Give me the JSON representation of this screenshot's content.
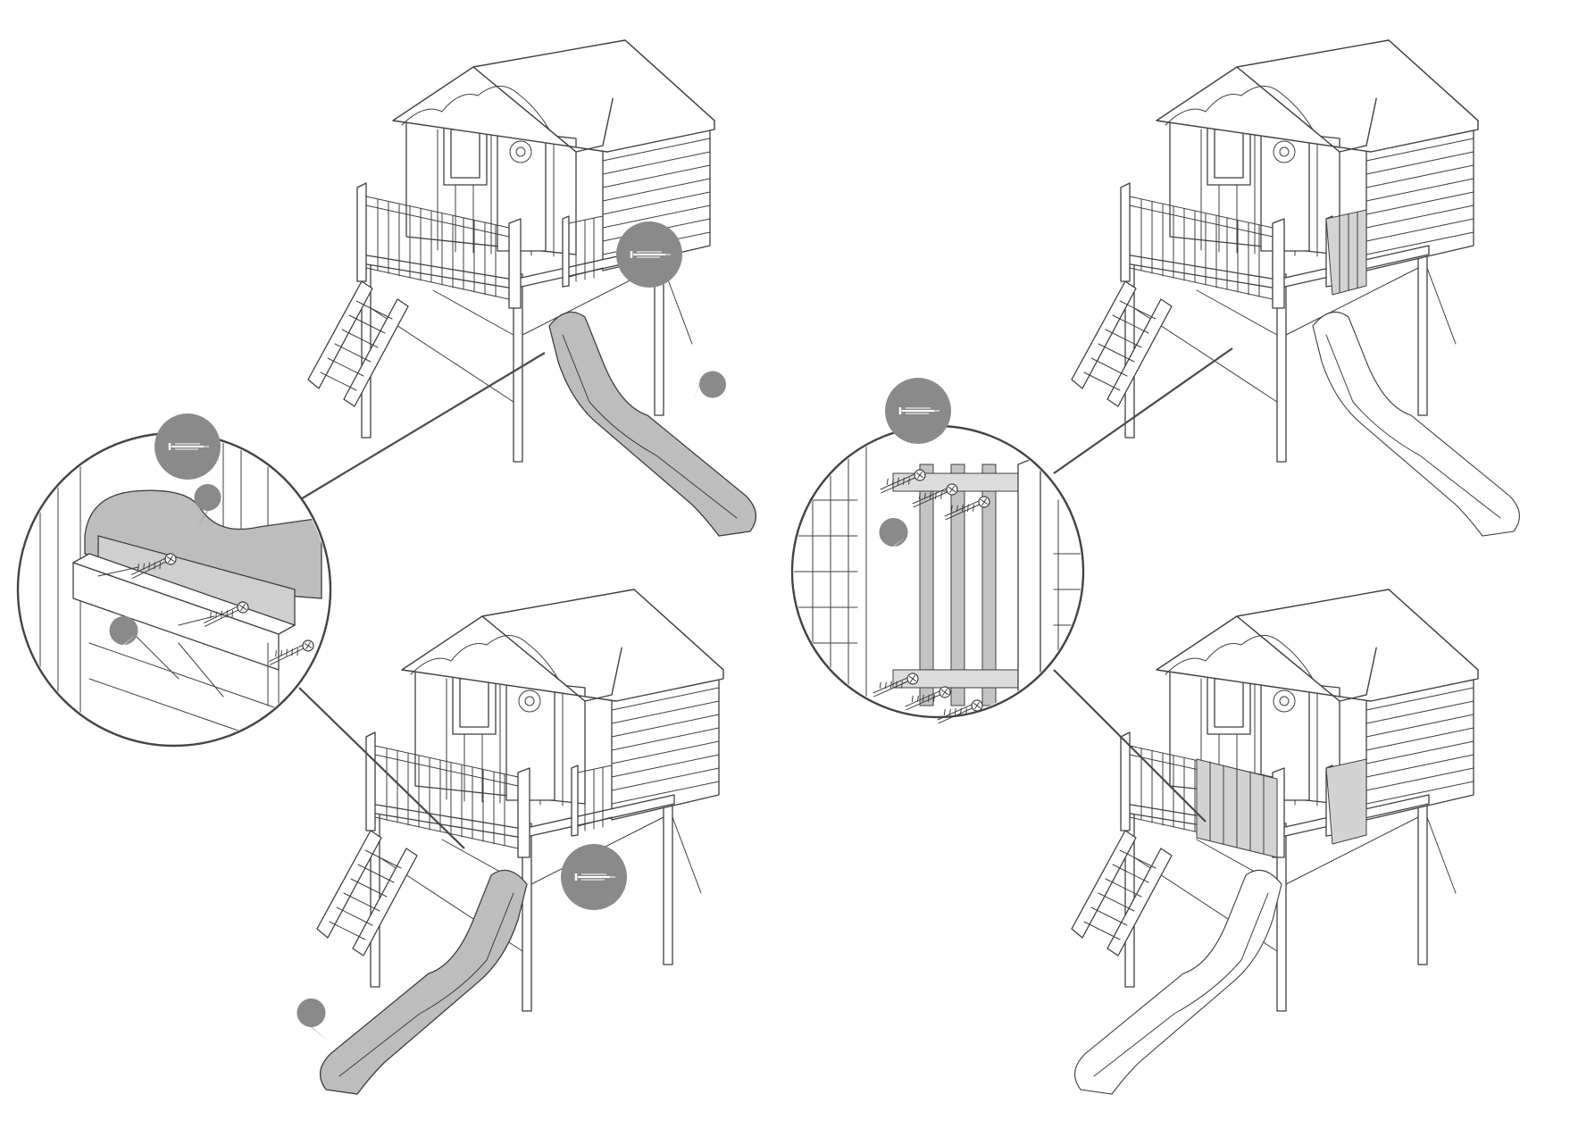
{
  "figure": {
    "panels": [
      {
        "id": "step-1",
        "slide_highlight": true,
        "screw_badge_icon": "screw-icon",
        "pointer_dots": 1
      },
      {
        "id": "step-2",
        "slide_highlight": false,
        "fence_highlight": true
      },
      {
        "id": "step-3",
        "slide_highlight": true,
        "screw_badge_icon": "screw-icon",
        "pointer_dots": 1
      },
      {
        "id": "step-4",
        "slide_highlight": false,
        "fence_highlight": true
      }
    ],
    "zoom_details": [
      {
        "id": "detail-slide-fixing",
        "screw_count": 3,
        "badge_icon": "screw-icon"
      },
      {
        "id": "detail-fence-fixing",
        "screw_count": 6,
        "badge_icon": "screw-icon"
      }
    ],
    "colors": {
      "line": "#3f3f3f",
      "highlight": "#bdbdbd",
      "badge": "#8a8a8a",
      "background": "#ffffff"
    }
  }
}
